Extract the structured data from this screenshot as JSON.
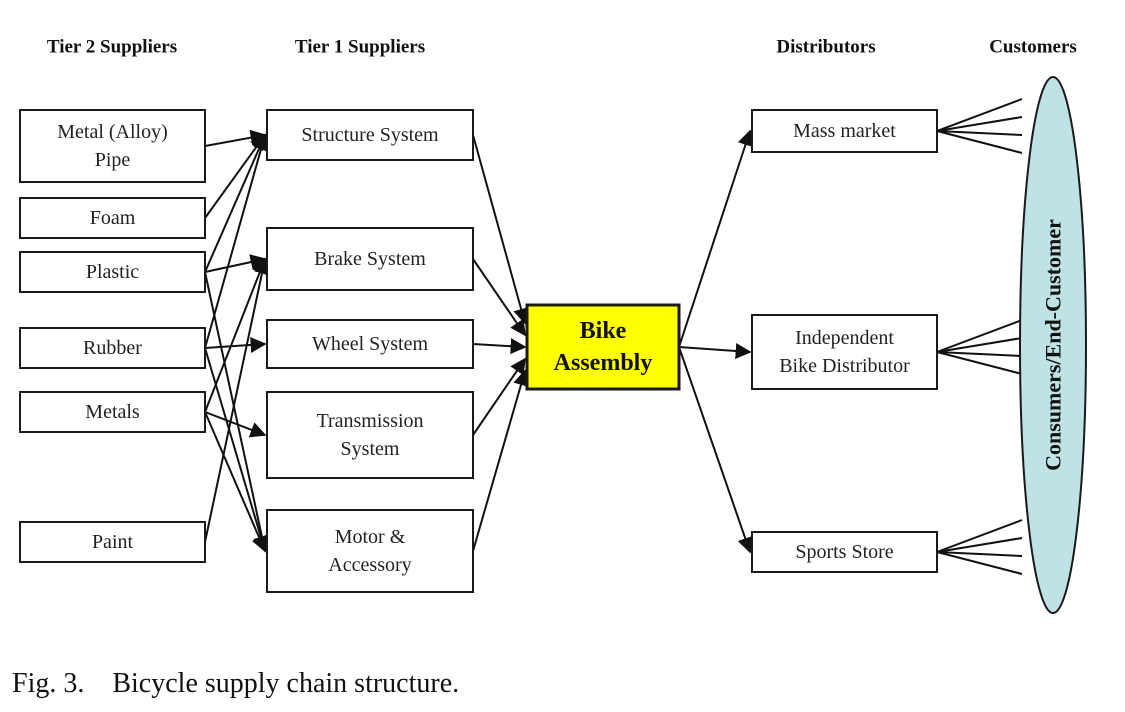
{
  "headers": {
    "tier2": "Tier 2 Suppliers",
    "tier1": "Tier 1 Suppliers",
    "distributors": "Distributors",
    "customers": "Customers"
  },
  "tier2": [
    {
      "id": "metal-pipe",
      "lines": [
        "Metal (Alloy)",
        "Pipe"
      ]
    },
    {
      "id": "foam",
      "lines": [
        "Foam"
      ]
    },
    {
      "id": "plastic",
      "lines": [
        "Plastic"
      ]
    },
    {
      "id": "rubber",
      "lines": [
        "Rubber"
      ]
    },
    {
      "id": "metals",
      "lines": [
        "Metals"
      ]
    },
    {
      "id": "paint",
      "lines": [
        "Paint"
      ]
    }
  ],
  "tier1": [
    {
      "id": "structure",
      "lines": [
        "Structure System"
      ]
    },
    {
      "id": "brake",
      "lines": [
        "Brake System"
      ]
    },
    {
      "id": "wheel",
      "lines": [
        "Wheel System"
      ]
    },
    {
      "id": "transmission",
      "lines": [
        "Transmission",
        "System"
      ]
    },
    {
      "id": "motor",
      "lines": [
        "Motor &",
        "Accessory"
      ]
    }
  ],
  "hub": {
    "id": "bike-assembly",
    "lines": [
      "Bike",
      "Assembly"
    ],
    "color": "#ffff00"
  },
  "distributors": [
    {
      "id": "mass-market",
      "lines": [
        "Mass market"
      ]
    },
    {
      "id": "independent",
      "lines": [
        "Independent",
        "Bike Distributor"
      ]
    },
    {
      "id": "sports-store",
      "lines": [
        "Sports Store"
      ]
    }
  ],
  "customer": {
    "id": "consumers",
    "label": "Consumers/End-Customer",
    "color": "#bfe3e5"
  },
  "edges": [
    [
      "metal-pipe",
      "structure"
    ],
    [
      "foam",
      "structure"
    ],
    [
      "plastic",
      "structure"
    ],
    [
      "plastic",
      "brake"
    ],
    [
      "plastic",
      "motor"
    ],
    [
      "rubber",
      "structure"
    ],
    [
      "rubber",
      "wheel"
    ],
    [
      "rubber",
      "motor"
    ],
    [
      "metals",
      "brake"
    ],
    [
      "metals",
      "transmission"
    ],
    [
      "metals",
      "motor"
    ],
    [
      "paint",
      "brake"
    ],
    [
      "structure",
      "bike-assembly"
    ],
    [
      "brake",
      "bike-assembly"
    ],
    [
      "wheel",
      "bike-assembly"
    ],
    [
      "transmission",
      "bike-assembly"
    ],
    [
      "motor",
      "bike-assembly"
    ],
    [
      "bike-assembly",
      "mass-market"
    ],
    [
      "bike-assembly",
      "independent"
    ],
    [
      "bike-assembly",
      "sports-store"
    ]
  ],
  "caption": "Fig. 3.    Bicycle supply chain structure."
}
